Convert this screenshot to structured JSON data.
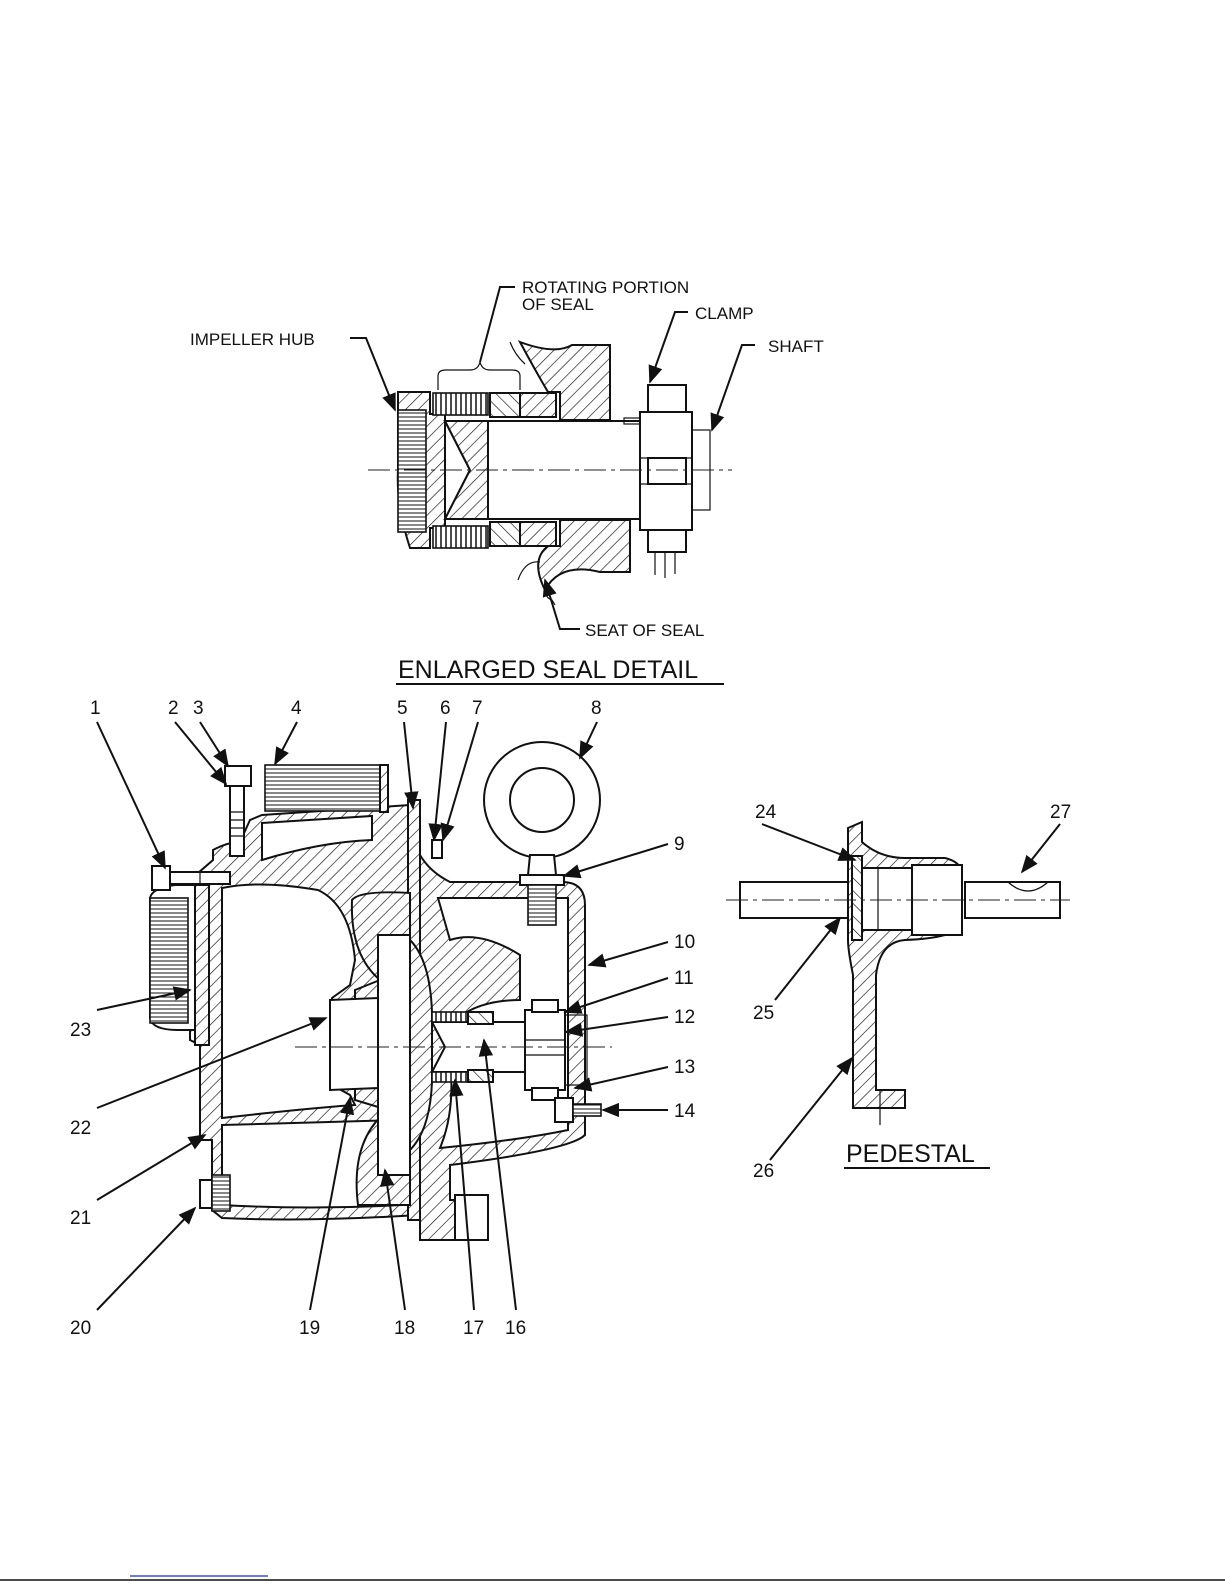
{
  "detail_seal": {
    "title": "ENLARGED SEAL DETAIL",
    "labels": {
      "impeller_hub": "IMPELLER HUB",
      "rotating_line1": "ROTATING PORTION",
      "rotating_line2": "OF SEAL",
      "clamp": "CLAMP",
      "shaft": "SHAFT",
      "seat": "SEAT OF SEAL"
    }
  },
  "pump_assembly": {
    "callouts": [
      "1",
      "2",
      "3",
      "4",
      "5",
      "6",
      "7",
      "8",
      "9",
      "10",
      "11",
      "12",
      "13",
      "14",
      "16",
      "17",
      "18",
      "19",
      "20",
      "21",
      "22",
      "23"
    ]
  },
  "pedestal": {
    "title": "PEDESTAL",
    "callouts": [
      "24",
      "25",
      "26",
      "27"
    ]
  },
  "icons": {
    "eyebolt": "eyebolt-icon",
    "bolt": "hex-bolt-icon"
  },
  "colors": {
    "ink": "#111111",
    "paper": "#ffffff",
    "link_underline": "#3b4fd4"
  }
}
